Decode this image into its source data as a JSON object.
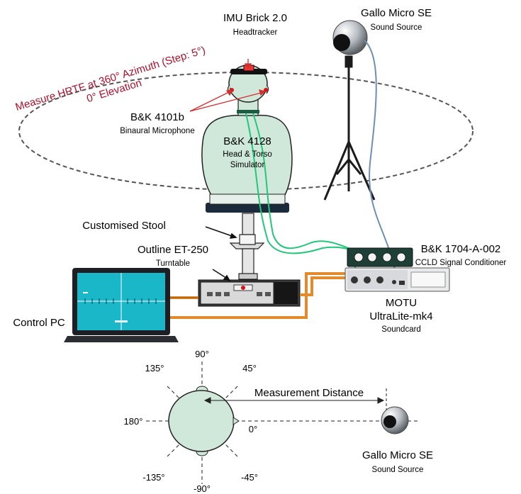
{
  "labels": {
    "imu_title": "IMU Brick 2.0",
    "imu_sub": "Headtracker",
    "speaker_top_title": "Gallo Micro SE",
    "speaker_top_sub": "Sound Source",
    "hrtf_line1": "Measure HRTF at 360° Azimuth (Step: 5°)",
    "hrtf_line2": "0° Elevation",
    "mic_title": "B&K 4101b",
    "mic_sub": "Binaural Microphone",
    "hats_title": "B&K 4128",
    "hats_sub1": "Head & Torso",
    "hats_sub2": "Simulator",
    "stool": "Customised Stool",
    "turntable_title": "Outline ET-250",
    "turntable_sub": "Turntable",
    "conditioner_title": "B&K 1704-A-002",
    "conditioner_sub": "CCLD Signal Conditioner",
    "pc": "Control PC",
    "motu_title": "MOTU",
    "motu_model": "UltraLite-mk4",
    "motu_sub": "Soundcard",
    "distance": "Measurement Distance",
    "speaker_bottom_title": "Gallo Micro SE",
    "speaker_bottom_sub": "Sound Source"
  },
  "angles": {
    "a90": "90°",
    "a45": "45°",
    "a135": "135°",
    "a180": "180°",
    "a0": "0°",
    "am135": "-135°",
    "am45": "-45°",
    "am90": "-90°"
  },
  "colors": {
    "hats_fill": "#cfe8d9",
    "cable_green": "#21c77a",
    "cable_orange": "#e38a2c",
    "cable_blue": "#6f8fb0",
    "annotation_red": "#b0102a",
    "screen_cyan": "#1ab7c9"
  }
}
